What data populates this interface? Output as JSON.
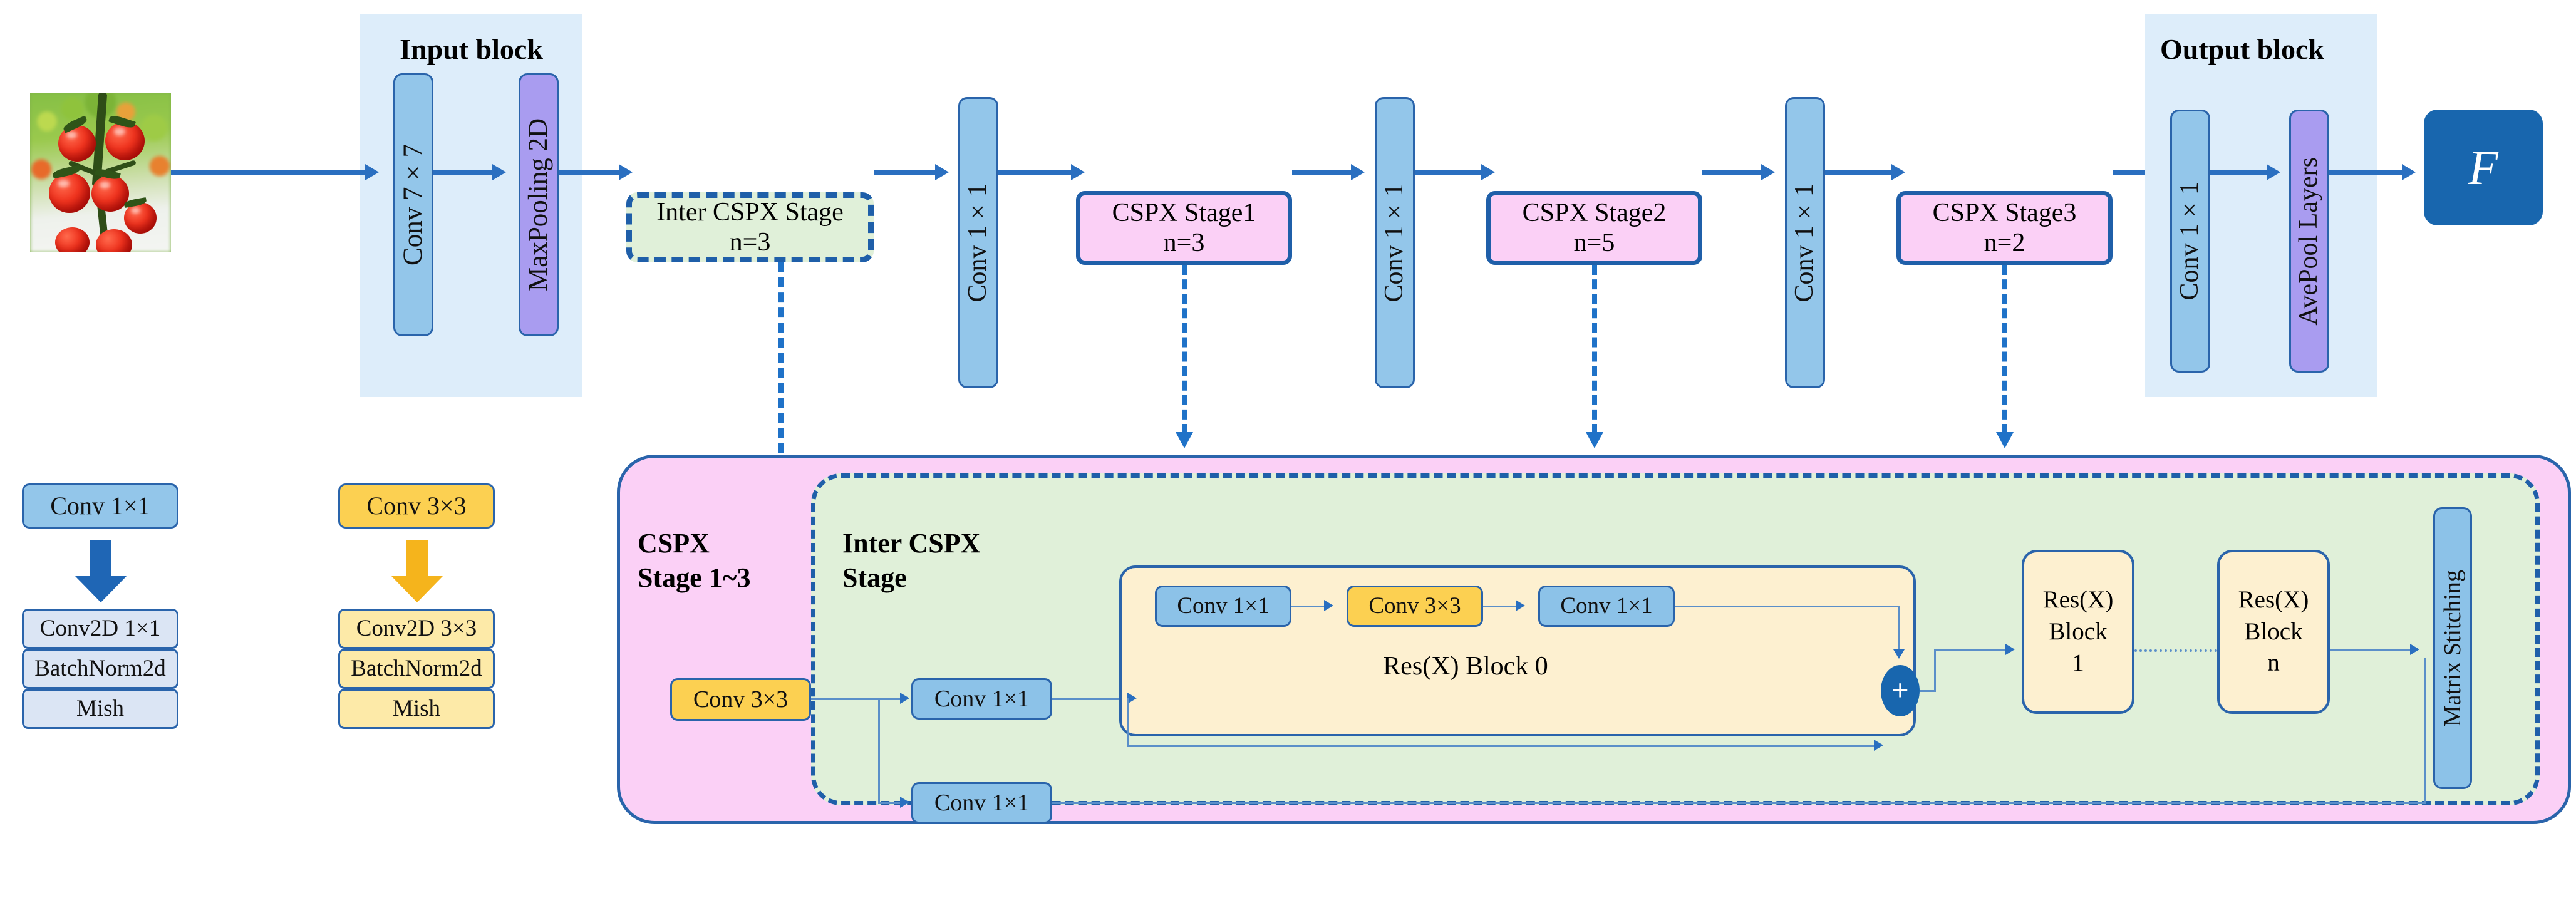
{
  "figure": {
    "type": "neural-network-architecture-diagram",
    "description": "CSPX backbone network architecture for tomato image feature extraction"
  },
  "input_block": {
    "title": "Input block",
    "layers": [
      {
        "label": "Conv 7×7",
        "color": "#93c6ea"
      },
      {
        "label": "MaxPooling 2D",
        "color": "#a99cf0"
      }
    ],
    "image_caption": "tomato-cluster-photo"
  },
  "main_flow": [
    {
      "name": "inter-cspx-stage",
      "label": "Inter CSPX Stage",
      "sub": "n=3",
      "style": "green-dashed"
    },
    {
      "name": "conv-1x1-a",
      "label": "Conv 1×1",
      "style": "blue-vertical"
    },
    {
      "name": "cspx-stage1",
      "label": "CSPX Stage1",
      "sub": "n=3",
      "style": "pink"
    },
    {
      "name": "conv-1x1-b",
      "label": "Conv 1×1",
      "style": "blue-vertical"
    },
    {
      "name": "cspx-stage2",
      "label": "CSPX Stage2",
      "sub": "n=5",
      "style": "pink"
    },
    {
      "name": "conv-1x1-c",
      "label": "Conv 1×1",
      "style": "blue-vertical"
    },
    {
      "name": "cspx-stage3",
      "label": "CSPX Stage3",
      "sub": "n=2",
      "style": "pink"
    }
  ],
  "output_block": {
    "title": "Output block",
    "layers": [
      {
        "label": "Conv 1×1",
        "color": "#93c6ea"
      },
      {
        "label": "AvePool Layers",
        "color": "#a99cf0"
      }
    ],
    "result": {
      "label": "F",
      "color": "#1866ae"
    }
  },
  "legend": {
    "left": {
      "header": "Conv 1×1",
      "arrow_color": "#1f66b5",
      "items": [
        "Conv2D  1×1",
        "BatchNorm2d",
        "Mish"
      ]
    },
    "right": {
      "header": "Conv 3×3",
      "arrow_color": "#f5b41c",
      "items": [
        "Conv2D  3×3",
        "BatchNorm2d",
        "Mish"
      ]
    }
  },
  "detail_panel": {
    "outer_title_line1": "CSPX",
    "outer_title_line2": "Stage 1~3",
    "outer_entry": {
      "label": "Conv 3×3"
    },
    "inner_title_line1": "Inter CSPX",
    "inner_title_line2": "Stage",
    "branch_top": {
      "label": "Conv 1×1"
    },
    "branch_bottom": {
      "label": "Conv 1×1"
    },
    "resx_block0": {
      "label": "Res(X) Block 0",
      "chain": [
        "Conv 1×1",
        "Conv 3×3",
        "Conv 1×1"
      ],
      "add_symbol": "+"
    },
    "resx_blocks": [
      {
        "line1": "Res(X)",
        "line2": "Block",
        "line3": "1"
      },
      {
        "line1": "Res(X)",
        "line2": "Block",
        "line3": "n"
      }
    ],
    "ellipsis": "dotted-connector",
    "stitching": {
      "label": "Matrix Stitching"
    }
  },
  "colors": {
    "conv1x1": "#93c6ea",
    "conv3x3": "#fcd051",
    "pool": "#a99cf0",
    "stage_pink": "#fbd0f6",
    "inter_green": "#e0f0d9",
    "resx_cream": "#fdf0d0",
    "arrow_blue": "#2a6fc0",
    "dash_blue": "#1f72c8",
    "result_blue": "#1866ae",
    "panel_light_blue": "#ddedfa"
  }
}
